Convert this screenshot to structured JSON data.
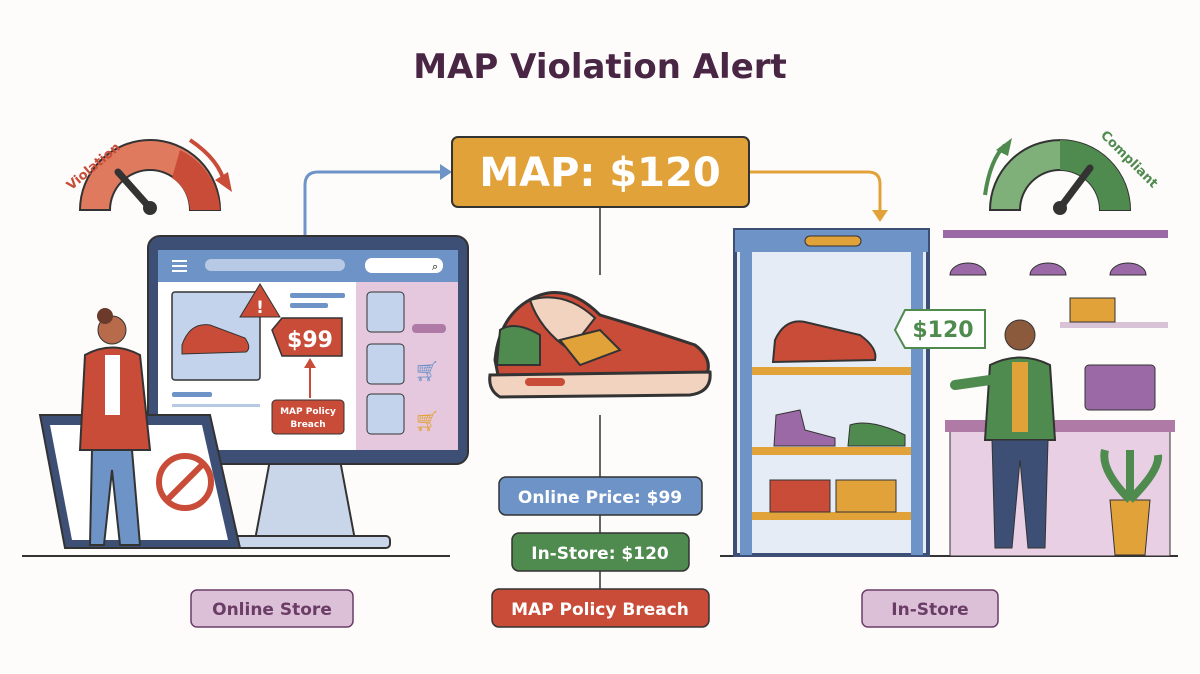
{
  "title": "MAP Violation Alert",
  "map_price_box": "MAP: $120",
  "gauges": {
    "left_label": "Violation",
    "right_label": "Compliant"
  },
  "online_screen": {
    "price_tag": "$99",
    "warning_icon": "exclamation-triangle-icon",
    "breach_label_line1": "MAP Policy",
    "breach_label_line2": "Breach"
  },
  "store_price_tag": "$120",
  "center_stack": {
    "online_price": "Online Price: $99",
    "in_store_price": "In-Store: $120",
    "breach": "MAP Policy Breach"
  },
  "section_labels": {
    "online": "Online Store",
    "in_store": "In-Store"
  },
  "colors": {
    "title": "#4a2645",
    "map_box": "#e2a23a",
    "online_blue": "#6e93c6",
    "instore_green": "#4f8a4f",
    "breach_red": "#c84c38",
    "label_pill": "#dcc0d8"
  }
}
